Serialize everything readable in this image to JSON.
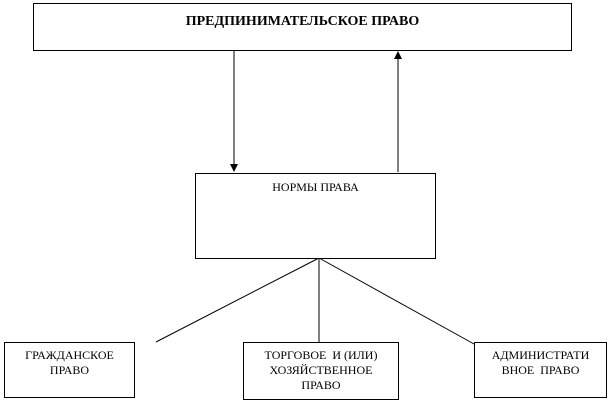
{
  "title": "ПРЕДПИНИМАТЕЛЬСКОЕ ПРАВО",
  "center": "НОРМЫ ПРАВА",
  "children": [
    {
      "lines": [
        "ГРАЖДАНСКОЕ",
        "ПРАВО"
      ]
    },
    {
      "lines": [
        "ТОРГОВОЕ  И (ИЛИ)",
        "ХОЗЯЙСТВЕННОЕ",
        "ПРАВО"
      ]
    },
    {
      "lines": [
        "АДМИНИСТРАТИ",
        "ВНОЕ  ПРАВО"
      ]
    }
  ]
}
